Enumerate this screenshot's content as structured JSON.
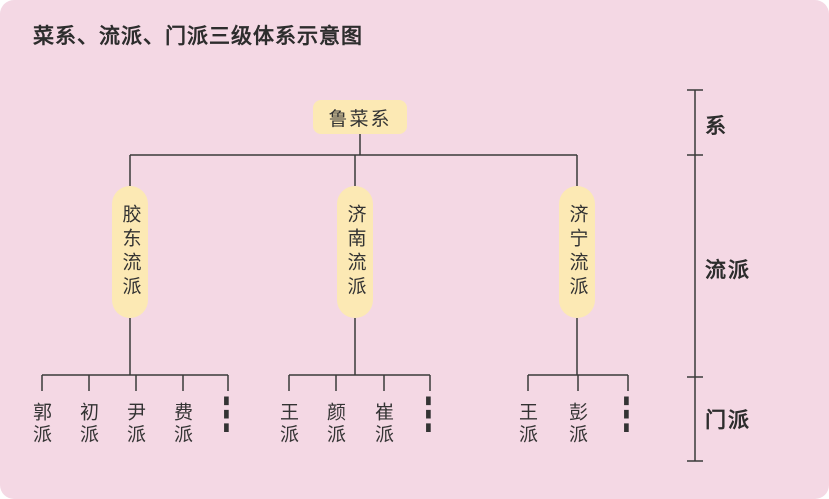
{
  "title": "菜系、流派、门派三级体系示意图",
  "colors": {
    "panel_background": "#f4d8e4",
    "node_fill": "#fce9b4",
    "line": "#3a3a3a",
    "text": "#333333"
  },
  "tree": {
    "root": "鲁菜系",
    "branches": [
      {
        "label": "胶东流派",
        "leaves": [
          "郭派",
          "初派",
          "尹派",
          "费派",
          "⋮"
        ]
      },
      {
        "label": "济南流派",
        "leaves": [
          "王派",
          "颜派",
          "崔派",
          "⋮"
        ]
      },
      {
        "label": "济宁流派",
        "leaves": [
          "王派",
          "彭派",
          "⋮"
        ]
      }
    ]
  },
  "legend": {
    "levels": [
      "系",
      "流派",
      "门派"
    ]
  }
}
